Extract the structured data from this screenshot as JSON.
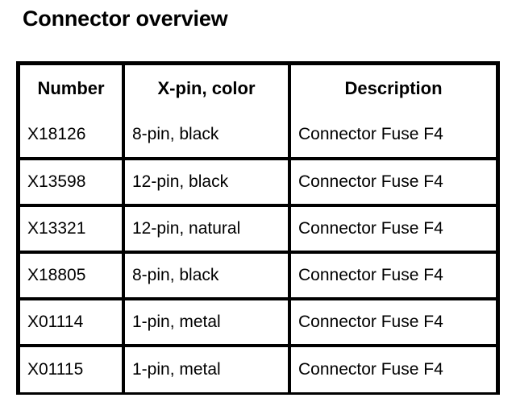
{
  "document": {
    "title": "Connector overview"
  },
  "table": {
    "columns": [
      {
        "key": "number",
        "label": "Number",
        "align": "center"
      },
      {
        "key": "xpin",
        "label": "X-pin, color",
        "align": "center"
      },
      {
        "key": "description",
        "label": "Description",
        "align": "center"
      }
    ],
    "rows": [
      {
        "number": "X18126",
        "xpin": "8-pin, black",
        "description": "Connector Fuse F4"
      },
      {
        "number": "X13598",
        "xpin": "12-pin, black",
        "description": "Connector Fuse F4"
      },
      {
        "number": "X13321",
        "xpin": "12-pin, natural",
        "description": "Connector Fuse F4"
      },
      {
        "number": "X18805",
        "xpin": "8-pin, black",
        "description": "Connector Fuse F4"
      },
      {
        "number": "X01114",
        "xpin": "1-pin, metal",
        "description": "Connector Fuse F4"
      },
      {
        "number": "X01115",
        "xpin": "1-pin, metal",
        "description": "Connector Fuse F4"
      }
    ]
  },
  "style": {
    "page_background": "#ffffff",
    "text_color": "#000000",
    "border_color": "#000000"
  }
}
